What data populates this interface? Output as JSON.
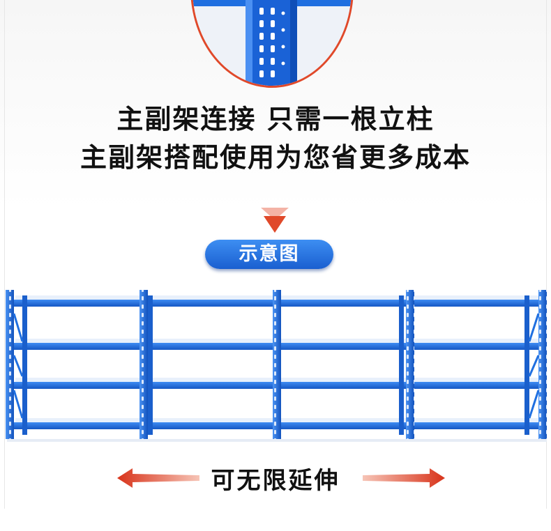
{
  "headline": {
    "line1": "主副架连接 只需一根立柱",
    "line2": "主副架搭配使用为您省更多成本"
  },
  "badge": {
    "label": "示意图"
  },
  "caption": {
    "label": "可无限延伸"
  },
  "colors": {
    "rack_blue": "#1f6fe0",
    "circle_border": "#e0492a",
    "arrow_red": "#e0492a",
    "badge_blue": "#2b7ae8"
  },
  "icons": {
    "chevron": "double-chevron-down-icon",
    "left_arrow": "arrow-left-icon",
    "right_arrow": "arrow-right-icon"
  }
}
